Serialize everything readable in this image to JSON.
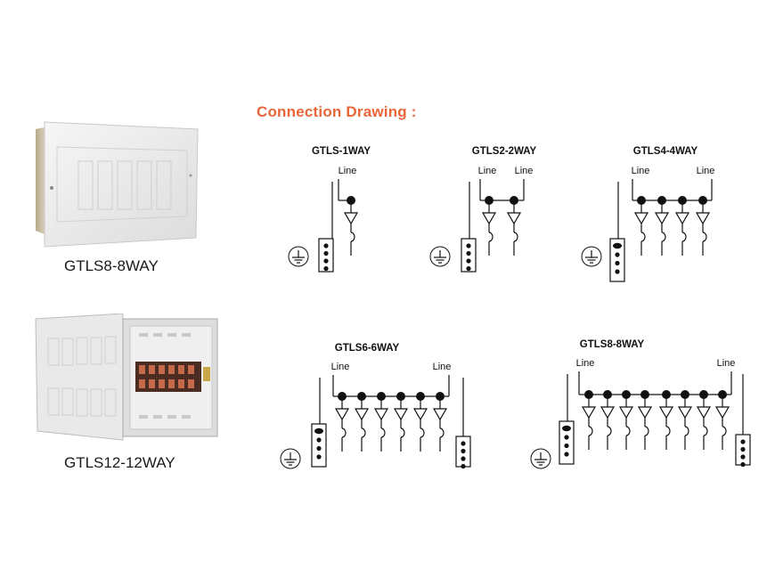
{
  "heading": "Connection Drawing :",
  "products": [
    {
      "caption": "GTLS8-8WAY"
    },
    {
      "caption": "GTLS12-12WAY"
    }
  ],
  "line_label": "Line",
  "drawings": [
    {
      "title": "GTLS-1WAY",
      "ways": 1
    },
    {
      "title": "GTLS2-2WAY",
      "ways": 2
    },
    {
      "title": "GTLS4-4WAY",
      "ways": 4
    },
    {
      "title": "GTLS6-6WAY",
      "ways": 6
    },
    {
      "title": "GTLS8-8WAY",
      "ways": 8
    }
  ],
  "colors": {
    "heading": "#e8663a",
    "ink": "#111111"
  }
}
